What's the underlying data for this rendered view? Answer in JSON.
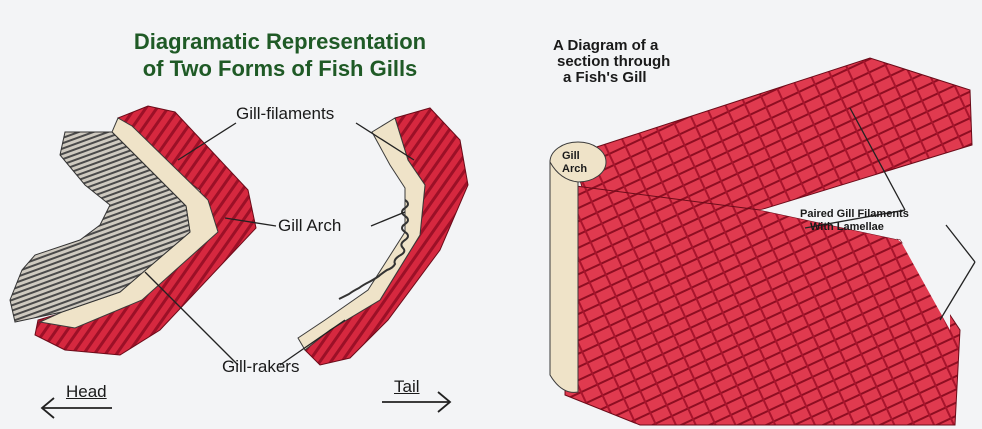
{
  "left_diagram": {
    "title_line1": "Diagramatic Representation",
    "title_line2": "of Two Forms of Fish Gills",
    "labels": {
      "gill_filaments": "Gill-filaments",
      "gill_arch": "Gill Arch",
      "gill_rakers": "Gill-rakers",
      "head": "Head",
      "tail": "Tail"
    }
  },
  "right_diagram": {
    "title_line1": "A Diagram of a",
    "title_line2": "section through",
    "title_line3": "a Fish's Gill",
    "labels": {
      "gill_arch_line1": "Gill",
      "gill_arch_line2": "Arch",
      "paired_line1": "Paired Gill Filaments",
      "paired_line2": "With Lamellae"
    }
  },
  "colors": {
    "filament_red": "#d6283f",
    "filament_dark": "#9c1027",
    "arch_cream": "#efe3c8",
    "raker_gray": "#5a5a5a",
    "title_green": "#1f5a26"
  }
}
